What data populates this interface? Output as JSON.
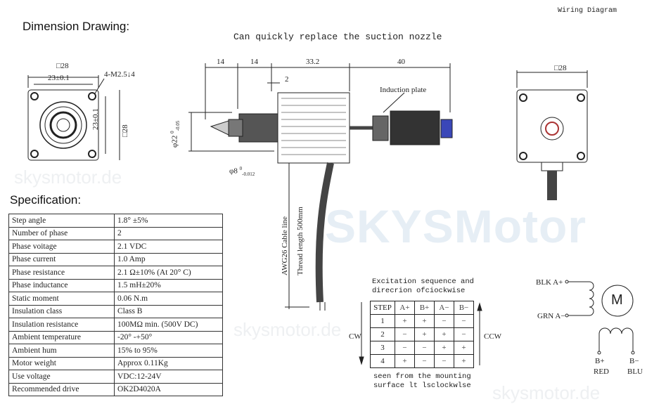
{
  "header": {
    "title": "Dimension Drawing:",
    "subtitle": "Can quickly replace the suction nozzle",
    "wiring_label": "Wiring Diagram"
  },
  "front_view": {
    "square": "□28",
    "pitch_h": "23±0.1",
    "holes": "4-M2.5↓4",
    "pitch_v": "23±0.1",
    "square_v": "□28"
  },
  "side_view": {
    "d1": "14",
    "d2": "14",
    "d3": "33.2",
    "d4": "40",
    "d5": "2",
    "induction": "Induction plate",
    "phi22": "φ22",
    "phi22_tol_up": "0",
    "phi22_tol_dn": "-0.05",
    "phi8": "φ8",
    "phi8_tol_up": "0",
    "phi8_tol_dn": "-0.012",
    "cable": "AWG26 Cable line",
    "thread": "Thread length 500mm"
  },
  "rear_view": {
    "square": "□28"
  },
  "watermark": {
    "main": "SKYSMotor",
    "small": "skysmotor.de"
  },
  "specification": {
    "title": "Specification:",
    "rows": [
      [
        "Step angle",
        "1.8° ±5%"
      ],
      [
        "Number of phase",
        "2"
      ],
      [
        "Phase voitage",
        "2.1 VDC"
      ],
      [
        "Phase current",
        "1.0 Amp"
      ],
      [
        "Phase resistance",
        "2.1 Ω±10% (At 20° C)"
      ],
      [
        "Phase inductance",
        "1.5 mH±20%"
      ],
      [
        "Static moment",
        "0.06 N.m"
      ],
      [
        "Insulation class",
        "Class B"
      ],
      [
        "Insulation resistance",
        "100MΩ min. (500V DC)"
      ],
      [
        "Ambient temperature",
        "-20° -+50°"
      ],
      [
        "Ambient hum",
        "15% to 95%"
      ],
      [
        "Motor weight",
        "Approx 0.11Kg"
      ],
      [
        "Use voltage",
        "VDC:12-24V"
      ],
      [
        "Recommended drive",
        "OK2D4020A"
      ]
    ]
  },
  "excitation": {
    "caption_1": "Excitation sequence and",
    "caption_2": "direcrion ofciockwise",
    "headers": [
      "STEP",
      "A+",
      "B+",
      "A−",
      "B−"
    ],
    "rows": [
      [
        "1",
        "+",
        "+",
        "−",
        "−"
      ],
      [
        "2",
        "−",
        "+",
        "+",
        "−"
      ],
      [
        "3",
        "−",
        "−",
        "+",
        "+"
      ],
      [
        "4",
        "+",
        "−",
        "−",
        "+"
      ]
    ],
    "cw": "CW",
    "ccw": "CCW",
    "footer_1": "seen from the mounting",
    "footer_2": "surface lt lsclockwlse"
  },
  "wiring": {
    "a_plus": "BLK A+",
    "a_minus": "GRN A−",
    "motor": "M",
    "b_plus": "B+",
    "b_minus": "B−",
    "red": "RED",
    "blu": "BLU"
  }
}
